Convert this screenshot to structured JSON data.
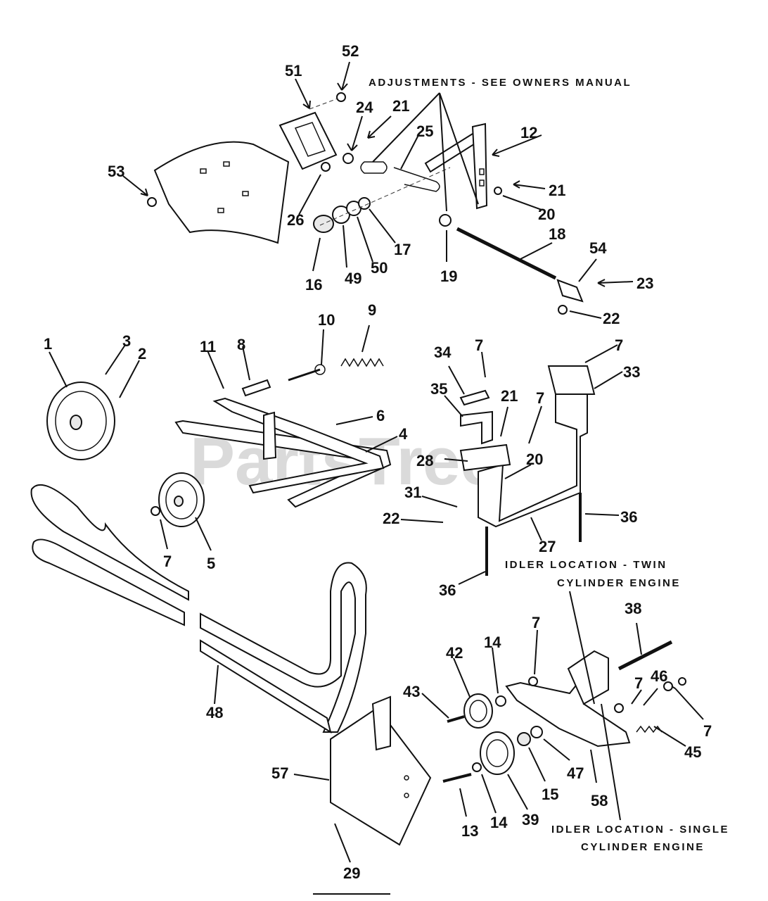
{
  "watermark": "PartsTree",
  "notes": {
    "adjustments": "ADJUSTMENTS - SEE OWNERS MANUAL",
    "idler_twin_1": "IDLER LOCATION - TWIN",
    "idler_twin_2": "CYLINDER ENGINE",
    "idler_single_1": "IDLER LOCATION - SINGLE",
    "idler_single_2": "CYLINDER ENGINE"
  },
  "callouts": [
    "52",
    "51",
    "24",
    "21",
    "25",
    "12",
    "53",
    "26",
    "16",
    "49",
    "50",
    "17",
    "21",
    "20",
    "19",
    "18",
    "54",
    "23",
    "22",
    "1",
    "3",
    "2",
    "11",
    "8",
    "10",
    "9",
    "6",
    "4",
    "7",
    "5",
    "7",
    "34",
    "35",
    "21",
    "7",
    "28",
    "20",
    "7",
    "33",
    "31",
    "22",
    "36",
    "27",
    "36",
    "38",
    "7",
    "42",
    "14",
    "43",
    "7",
    "46",
    "7",
    "45",
    "47",
    "15",
    "48",
    "57",
    "13",
    "14",
    "39",
    "58",
    "29"
  ],
  "labels": {
    "c1": "52",
    "c2": "51",
    "c3": "24",
    "c4": "21",
    "c5": "25",
    "c6": "12",
    "c7": "53",
    "c8": "26",
    "c9": "16",
    "c10": "49",
    "c11": "50",
    "c12": "17",
    "c13": "21",
    "c14": "20",
    "c15": "19",
    "c16": "18",
    "c17": "54",
    "c18": "23",
    "c19": "22",
    "c20": "1",
    "c21": "3",
    "c22": "2",
    "c23": "11",
    "c24": "8",
    "c25": "10",
    "c26": "9",
    "c27": "6",
    "c28": "4",
    "c29": "7",
    "c30": "5",
    "c31": "7",
    "c32": "34",
    "c33": "35",
    "c34": "21",
    "c35": "7",
    "c36": "28",
    "c37": "20",
    "c38": "7",
    "c39": "33",
    "c40": "31",
    "c41": "22",
    "c42": "36",
    "c43": "27",
    "c44": "36",
    "c45": "38",
    "c46": "7",
    "c47": "42",
    "c48": "14",
    "c49": "43",
    "c50": "7",
    "c51": "46",
    "c52": "7",
    "c53": "45",
    "c54": "47",
    "c55": "15",
    "c56": "48",
    "c57": "57",
    "c58": "13",
    "c59": "14",
    "c60": "39",
    "c61": "58",
    "c62": "29"
  }
}
